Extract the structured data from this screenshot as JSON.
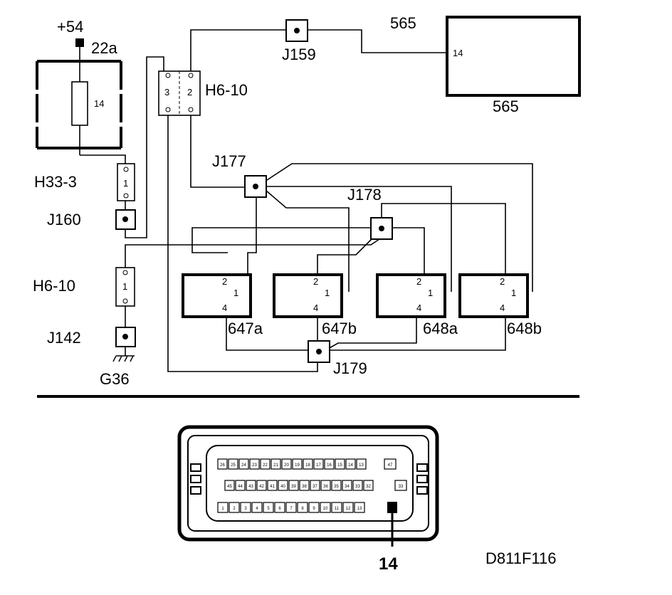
{
  "supply": {
    "voltage": "+54",
    "terminal": "22a"
  },
  "fuse_box": {
    "fuse_number": "14"
  },
  "connectors": {
    "h33_3": {
      "name": "H33-3",
      "pin": "1"
    },
    "h6_10_top": {
      "name": "H6-10",
      "pin_left": "3",
      "pin_right": "2"
    },
    "h6_10_mid": {
      "name": "H6-10",
      "pin": "1"
    }
  },
  "junctions": {
    "j159": "J159",
    "j160": "J160",
    "j177": "J177",
    "j178": "J178",
    "j179": "J179",
    "j142": "J142"
  },
  "ground": "G36",
  "control_unit": {
    "code_top": "565",
    "code_bottom": "565",
    "pin": "14"
  },
  "injectors": [
    {
      "name": "647a",
      "pin_a": "2",
      "pin_b": "1",
      "pin_c": "4"
    },
    {
      "name": "647b",
      "pin_a": "2",
      "pin_b": "1",
      "pin_c": "4"
    },
    {
      "name": "648a",
      "pin_a": "2",
      "pin_b": "1",
      "pin_c": "4"
    },
    {
      "name": "648b",
      "pin_a": "2",
      "pin_b": "1",
      "pin_c": "4"
    }
  ],
  "ecu_connector": {
    "highlight_pin": "14",
    "row1": [
      "26",
      "25",
      "24",
      "23",
      "22",
      "21",
      "20",
      "19",
      "18",
      "17",
      "16",
      "15",
      "14",
      "13"
    ],
    "row1_extra": "47",
    "row2": [
      "45",
      "44",
      "43",
      "42",
      "41",
      "40",
      "39",
      "38",
      "37",
      "36",
      "35",
      "34",
      "33",
      "32"
    ],
    "row2_extra": "33",
    "row3": [
      "1",
      "2",
      "3",
      "4",
      "5",
      "6",
      "7",
      "8",
      "9",
      "10",
      "11",
      "12",
      "13"
    ]
  },
  "figure_code": "D811F116"
}
